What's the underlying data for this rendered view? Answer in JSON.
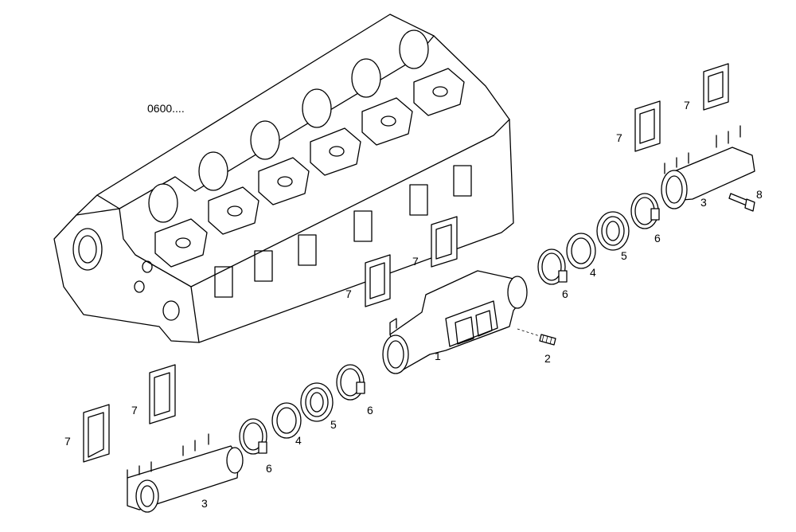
{
  "reference": "0600....",
  "callouts": [
    {
      "id": "c1",
      "text": "1"
    },
    {
      "id": "c2",
      "text": "2"
    },
    {
      "id": "c3a",
      "text": "3"
    },
    {
      "id": "c3b",
      "text": "3"
    },
    {
      "id": "c4a",
      "text": "4"
    },
    {
      "id": "c4b",
      "text": "4"
    },
    {
      "id": "c5a",
      "text": "5"
    },
    {
      "id": "c5b",
      "text": "5"
    },
    {
      "id": "c6a",
      "text": "6"
    },
    {
      "id": "c6b",
      "text": "6"
    },
    {
      "id": "c6c",
      "text": "6"
    },
    {
      "id": "c6d",
      "text": "6"
    },
    {
      "id": "c7a",
      "text": "7"
    },
    {
      "id": "c7b",
      "text": "7"
    },
    {
      "id": "c7c",
      "text": "7"
    },
    {
      "id": "c7d",
      "text": "7"
    },
    {
      "id": "c7e",
      "text": "7"
    },
    {
      "id": "c7f",
      "text": "7"
    },
    {
      "id": "c8",
      "text": "8"
    }
  ]
}
